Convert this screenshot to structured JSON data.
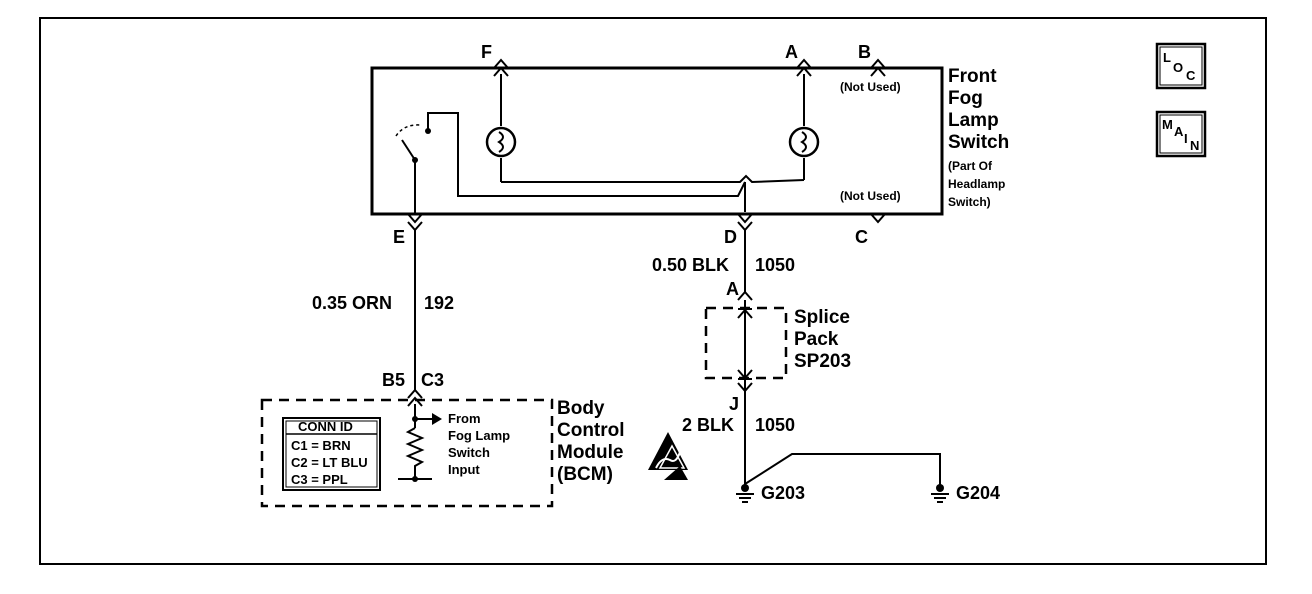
{
  "switch": {
    "title_lines": [
      "Front",
      "Fog",
      "Lamp",
      "Switch"
    ],
    "note_lines": [
      "(Part Of",
      "Headlamp",
      "Switch)"
    ],
    "pins": {
      "F": "F",
      "A": "A",
      "B": "B",
      "E": "E",
      "D": "D",
      "C": "C"
    },
    "not_used_b": "(Not Used)",
    "not_used_c": "(Not Used)"
  },
  "wires": {
    "orn": {
      "gauge_color": "0.35 ORN",
      "circuit": "192"
    },
    "blk_upper": {
      "gauge_color": "0.50 BLK",
      "circuit": "1050"
    },
    "blk_lower": {
      "gauge_color": "2 BLK",
      "circuit": "1050"
    }
  },
  "splice": {
    "title_lines": [
      "Splice",
      "Pack",
      "SP203"
    ],
    "pin_top": "A",
    "pin_bottom": "J"
  },
  "bcm": {
    "pin_left": "B5",
    "pin_right": "C3",
    "title_lines": [
      "Body",
      "Control",
      "Module",
      "(BCM)"
    ],
    "input_lines": [
      "From",
      "Fog Lamp",
      "Switch",
      "Input"
    ],
    "conn_id": {
      "header": "CONN ID",
      "rows": [
        "C1 = BRN",
        "C2 = LT BLU",
        "C3 = PPL"
      ]
    }
  },
  "grounds": {
    "g203": "G203",
    "g204": "G204"
  },
  "side_icons": {
    "loc": {
      "l1": "L",
      "l2": "O",
      "l3": "C"
    },
    "main": {
      "l1": "M",
      "l2": "A",
      "l3": "I",
      "l4": "N"
    }
  }
}
